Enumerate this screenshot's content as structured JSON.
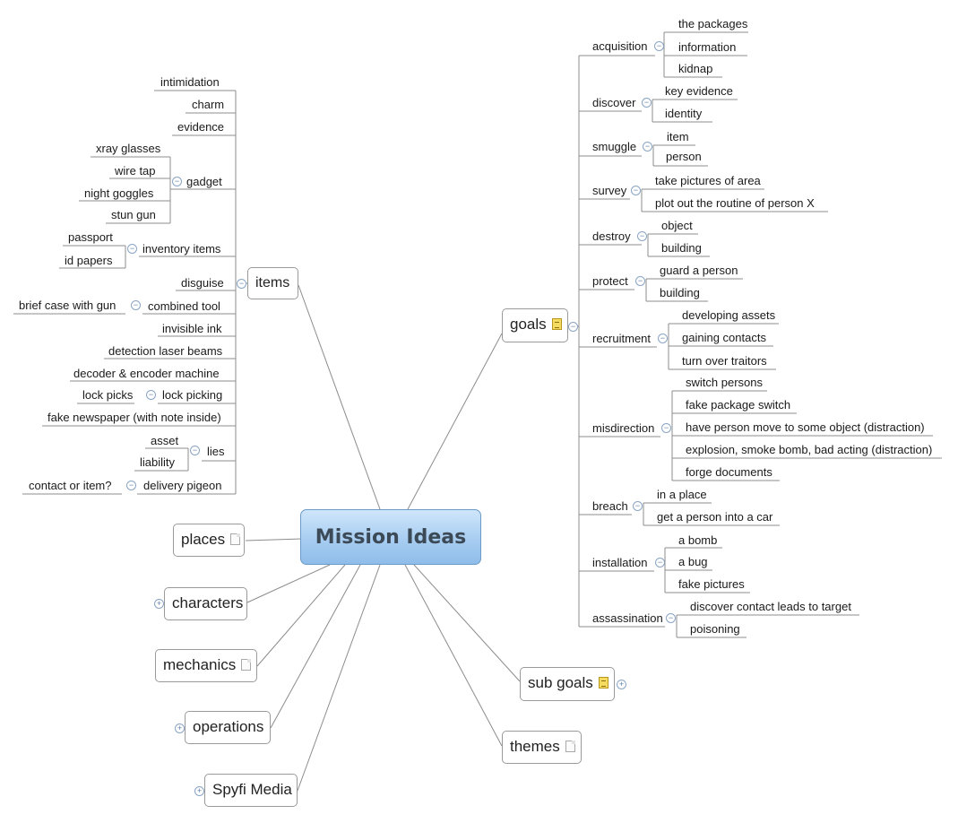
{
  "central": "Mission Ideas",
  "topics": {
    "items": "items",
    "places": "places",
    "characters": "characters",
    "mechanics": "mechanics",
    "operations": "operations",
    "spyfi_media": "Spyfi Media",
    "goals": "goals",
    "sub_goals": "sub goals",
    "themes": "themes"
  },
  "items": {
    "intimidation": "intimidation",
    "charm": "charm",
    "evidence": "evidence",
    "gadget": {
      "label": "gadget",
      "children": [
        "xray glasses",
        "wire tap",
        "night goggles",
        "stun gun"
      ]
    },
    "inventory_items": {
      "label": "inventory items",
      "children": [
        "passport",
        "id papers"
      ]
    },
    "disguise": "disguise",
    "combined_tool": {
      "label": "combined tool",
      "children": [
        "brief case with gun"
      ]
    },
    "invisible_ink": "invisible ink",
    "detection_laser_beams": "detection laser beams",
    "decoder": "decoder & encoder machine",
    "lock_picking": {
      "label": "lock picking",
      "children": [
        "lock picks"
      ]
    },
    "fake_newspaper": "fake newspaper (with note inside)",
    "lies": {
      "label": "lies",
      "children": [
        "asset",
        "liability"
      ]
    },
    "delivery_pigeon": {
      "label": "delivery pigeon",
      "children": [
        "contact or item?"
      ]
    }
  },
  "goals": [
    {
      "label": "acquisition",
      "children": [
        "the packages",
        "information",
        "kidnap"
      ]
    },
    {
      "label": "discover",
      "children": [
        "key evidence",
        "identity"
      ]
    },
    {
      "label": "smuggle",
      "children": [
        "item",
        "person"
      ]
    },
    {
      "label": "survey",
      "children": [
        "take pictures of area",
        "plot out the routine of person X"
      ]
    },
    {
      "label": "destroy",
      "children": [
        "object",
        "building"
      ]
    },
    {
      "label": "protect",
      "children": [
        "guard a person",
        "building"
      ]
    },
    {
      "label": "recruitment",
      "children": [
        "developing assets",
        "gaining contacts",
        "turn over traitors"
      ]
    },
    {
      "label": "misdirection",
      "children": [
        "switch persons",
        "fake package switch",
        "have person move to some object (distraction)",
        "explosion, smoke bomb, bad acting (distraction)",
        "forge documents"
      ]
    },
    {
      "label": "breach",
      "children": [
        "in a place",
        "get a person into a car"
      ]
    },
    {
      "label": "installation",
      "children": [
        "a bomb",
        "a bug",
        "fake pictures"
      ]
    },
    {
      "label": "assassination",
      "children": [
        "discover contact leads to target",
        "poisoning"
      ]
    }
  ]
}
